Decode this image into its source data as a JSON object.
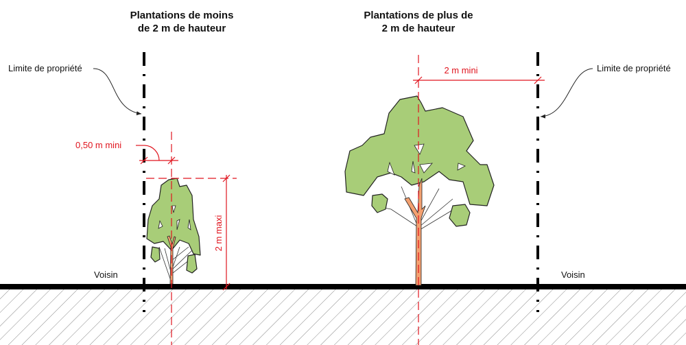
{
  "titles": {
    "left_line1": "Plantations de moins",
    "left_line2": "de 2 m de hauteur",
    "right_line1": "Plantations de plus de",
    "right_line2": "2 m de hauteur"
  },
  "labels": {
    "property_limit_left": "Limite de propriété",
    "property_limit_right": "Limite de propriété",
    "neighbor_left": "Voisin",
    "neighbor_right": "Voisin"
  },
  "dimensions": {
    "small_offset": "0,50 m mini",
    "small_height": "2 m maxi",
    "large_offset": "2 m mini"
  },
  "colors": {
    "dimension": "#e0141e",
    "foliage": "#a8cd78",
    "trunk": "#f3a070",
    "ground": "#000000"
  }
}
